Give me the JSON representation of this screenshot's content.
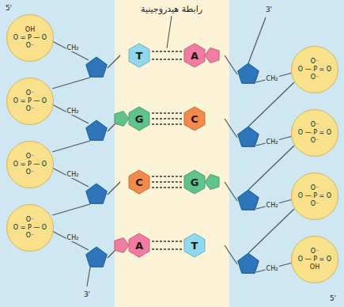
{
  "diagram": {
    "nodes": [
      {
        "text": [
          "OH",
          "O = P — O",
          "O⁻"
        ]
      },
      {
        "text": [
          "T"
        ]
      },
      {
        "text": [
          "A"
        ]
      },
      {
        "text": [
          "O⁻",
          "O — P = O",
          "O⁻"
        ]
      },
      {
        "text": [
          "O⁻",
          "O = P — O",
          "O⁻"
        ]
      },
      {
        "text": [
          "G"
        ]
      },
      {
        "text": [
          "C"
        ]
      },
      {
        "text": [
          "O⁻",
          "O — P = O",
          "O⁻"
        ]
      },
      {
        "text": [
          "O⁻",
          "O = P — O",
          "O⁻"
        ]
      },
      {
        "text": [
          "C"
        ]
      },
      {
        "text": [
          "G"
        ]
      },
      {
        "text": [
          "O⁻",
          "O — P = O",
          "O⁻"
        ]
      },
      {
        "text": [
          "O⁻",
          "O = P — O",
          "O⁻"
        ]
      },
      {
        "text": [
          "A"
        ]
      },
      {
        "text": [
          "T"
        ]
      },
      {
        "text": [
          "O⁻",
          "O — P = O",
          "OH"
        ]
      }
    ],
    "edges": [
      {
        "from": 1,
        "to": 2,
        "arrow": "none"
      },
      {
        "from": 5,
        "to": 6,
        "arrow": "none"
      },
      {
        "from": 9,
        "to": 10,
        "arrow": "none"
      },
      {
        "from": 13,
        "to": 14,
        "arrow": "none"
      }
    ],
    "labels": [
      "رابطة هيدروجينية",
      "5'",
      "3'",
      "CH₂",
      "CH₂",
      "CH₂",
      "CH₂",
      "CH₂",
      "CH₂",
      "CH₂",
      "CH₂",
      "3'",
      "5'"
    ]
  }
}
